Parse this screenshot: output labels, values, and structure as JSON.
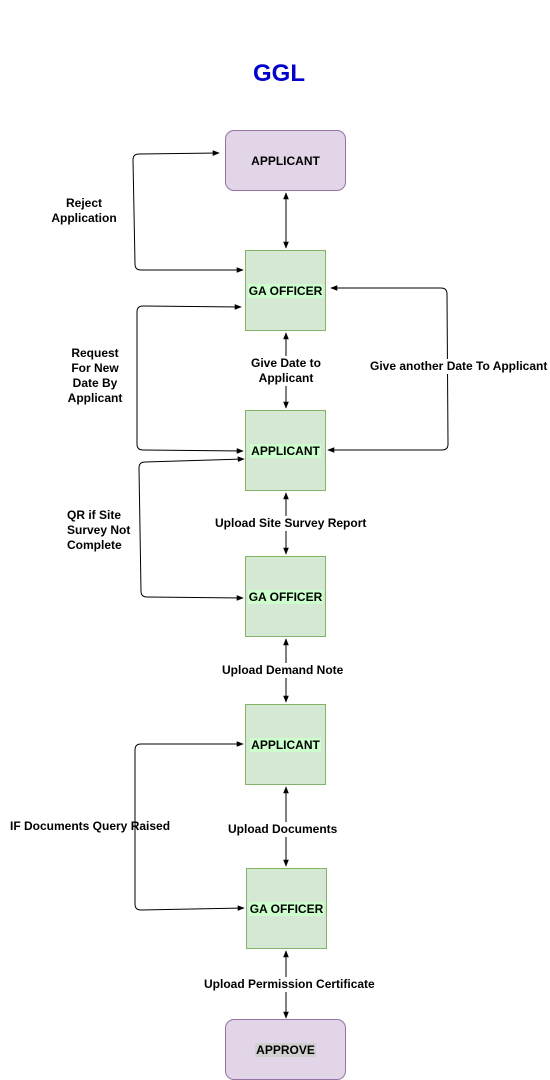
{
  "title": "GGL",
  "nodes": {
    "applicant_top": "APPLICANT",
    "ga_officer_1": "GA OFFICER",
    "applicant_2": "APPLICANT",
    "ga_officer_2": "GA OFFICER",
    "applicant_3": "APPLICANT",
    "ga_officer_3": "GA OFFICER",
    "approve": "APPROVE"
  },
  "labels": {
    "reject_application": [
      "Reject",
      "Application"
    ],
    "request_new_date": [
      "Request",
      "For New",
      "Date By",
      "Applicant"
    ],
    "give_date": [
      "Give Date to",
      "Applicant"
    ],
    "give_another_date": "Give another Date To Applicant",
    "qr_site_survey": [
      "QR if Site",
      "Survey Not",
      "Complete"
    ],
    "upload_site_survey": "Upload Site Survey Report",
    "upload_demand_note": "Upload Demand Note",
    "if_documents_query": "IF Documents Query Raised",
    "upload_documents": "Upload Documents",
    "upload_permission": "Upload Permission Certificate"
  },
  "colors": {
    "title": "#0000cc",
    "applicant_fill": "#e1d5e7",
    "applicant_stroke": "#9673a6",
    "officer_fill": "#d5e8d4",
    "officer_stroke": "#82b366",
    "text_highlight": "#ccffcc",
    "edge": "#000000"
  }
}
